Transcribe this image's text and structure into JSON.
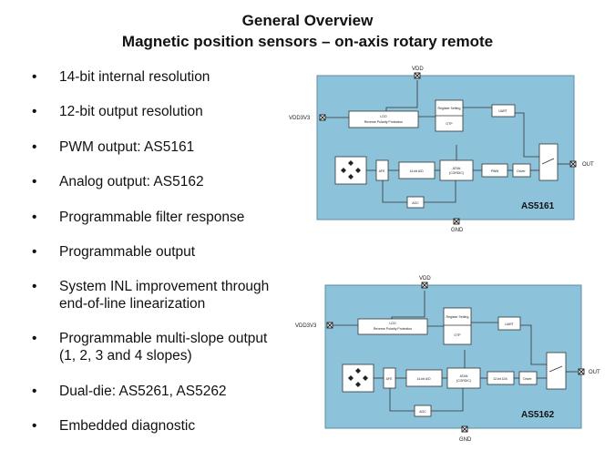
{
  "slide": {
    "title": "General Overview",
    "subtitle": "Magnetic position sensors – on-axis rotary remote"
  },
  "bullets": [
    {
      "line1": "14-bit internal resolution"
    },
    {
      "line1": "12-bit output resolution"
    },
    {
      "line1": "PWM output: AS5161"
    },
    {
      "line1": "Analog output: AS5162"
    },
    {
      "line1": "Programmable filter response"
    },
    {
      "line1": "Programmable output"
    },
    {
      "line1": "System INL improvement through",
      "line2": "end-of-line linearization"
    },
    {
      "line1": "Programmable multi-slope output",
      "line2": "(1, 2, 3 and 4 slopes)"
    },
    {
      "line1": "Dual-die: AS5261, AS5262"
    },
    {
      "line1": "Embedded diagnostic"
    }
  ],
  "bullet_symbol": "•",
  "diagram_top": {
    "chip_name": "AS5161",
    "vdd": "VDD",
    "vdd3v3": "VDD3V3",
    "gnd": "GND",
    "out": "OUT",
    "ldo_line1": "LDO",
    "ldo_line2": "Reverse Polarity Protection",
    "register": "Register Setting",
    "otp": "OTP",
    "uart": "UART",
    "afe": "AFE",
    "adc": "14-bit A/D",
    "atan_line1": "ATAN",
    "atan_line2": "(CORDIC)",
    "pwm": "PWM",
    "driver": "Driver",
    "agc": "AGC"
  },
  "diagram_bottom": {
    "chip_name": "AS5162",
    "vdd": "VDD",
    "vdd3v3": "VDD3V3",
    "gnd": "GND",
    "out": "OUT",
    "ldo_line1": "LDO",
    "ldo_line2": "Reverse Polarity Protection",
    "register": "Register Setting",
    "otp": "OTP",
    "uart": "UART",
    "afe": "AFE",
    "adc": "14-bit A/D",
    "atan_line1": "ATAN",
    "atan_line2": "(CORDIC)",
    "dac": "12-bit D/A",
    "driver": "Driver",
    "agc": "AGC"
  },
  "colors": {
    "chip_fill": "#8cc3db",
    "chip_border": "#5b8ea6",
    "block_fill": "#ffffff",
    "line": "#333333"
  }
}
